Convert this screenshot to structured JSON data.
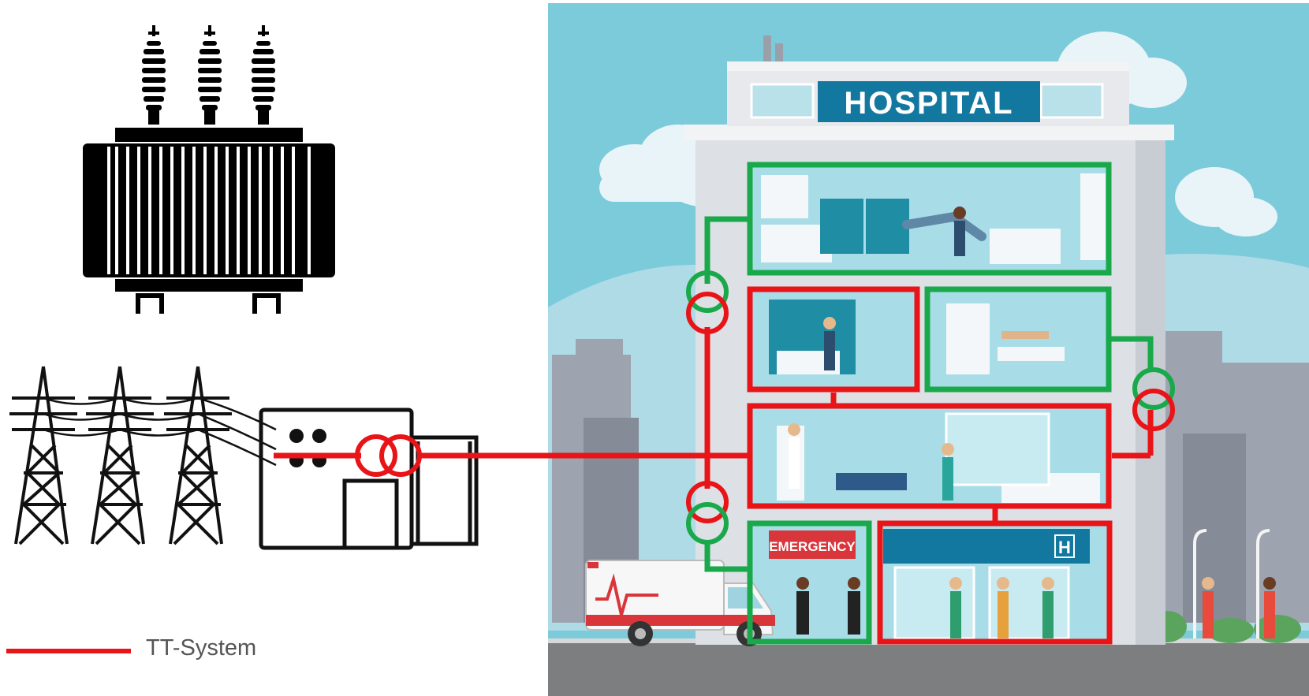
{
  "building": {
    "sign_text": "HOSPITAL",
    "emergency_text": "EMERGENCY",
    "h_sign_text": "H"
  },
  "legend": {
    "label": "TT-System"
  },
  "colors": {
    "tt_system": "#e81418",
    "it_system": "#19a94a",
    "sky": "#7ccbdb",
    "hospital_sign": "#13789f",
    "emergency_sign": "#d8363a",
    "ground": "#7d7e80"
  },
  "icons": [
    "transformer-icon",
    "transmission-tower-icon",
    "substation-icon",
    "transformer-symbol-icon",
    "ambulance-icon",
    "hospital-building"
  ]
}
